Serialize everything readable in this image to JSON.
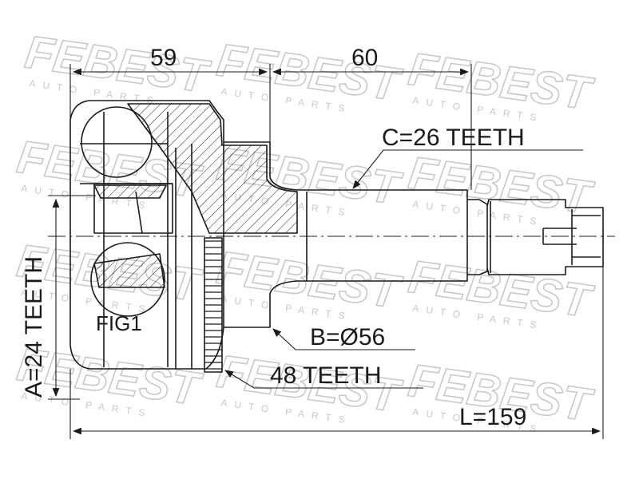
{
  "dimensions": {
    "dim_59": "59",
    "dim_60": "60",
    "teeth_c": "C=26 TEETH",
    "diameter_b": "B=Ø56",
    "abs_teeth": "48 TEETH",
    "teeth_a": "A=24 TEETH",
    "length_l": "L=159",
    "fig_label": "FIG1"
  },
  "watermark": {
    "brand": "FEBEST",
    "tagline": "AUTO PARTS"
  },
  "colors": {
    "line": "#1a1a1a",
    "watermark": "#c9c9c9",
    "background": "#ffffff"
  }
}
